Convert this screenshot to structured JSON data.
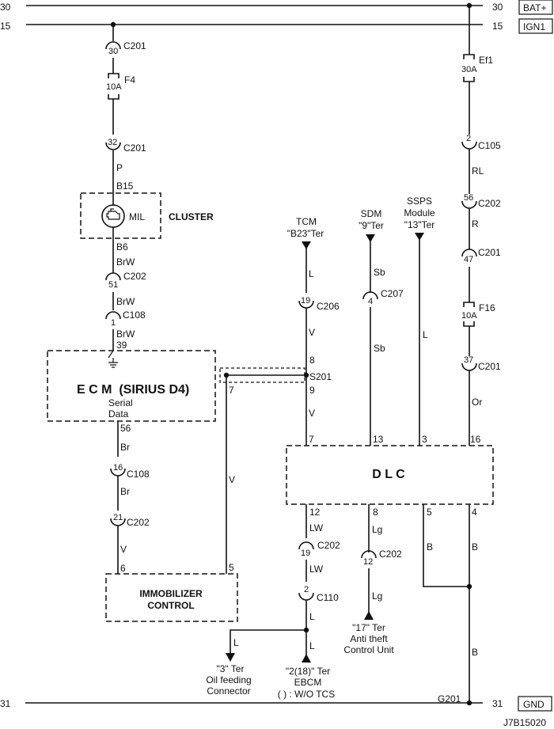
{
  "diagram": {
    "figure_id": "J7B15020",
    "rails": {
      "bat": {
        "left_num": "30",
        "right_num": "30",
        "label": "BAT+"
      },
      "ign": {
        "left_num": "15",
        "right_num": "15",
        "label": "IGN1"
      },
      "gnd": {
        "left_num": "31",
        "right_num": "31",
        "label": "GND",
        "ground_id": "G201"
      }
    },
    "left_branch": {
      "c201_top": {
        "pin": "30",
        "name": "C201"
      },
      "fuse_f4": {
        "name": "F4",
        "rating": "10A"
      },
      "c201_bot": {
        "pin": "32",
        "name": "C201"
      },
      "wire_p": "P",
      "pin_b15": "B15",
      "cluster": {
        "label": "CLUSTER",
        "lamp": "MIL"
      },
      "pin_b6": "B6",
      "wire_brw1": "BrW",
      "c202": {
        "pin": "51",
        "name": "C202"
      },
      "wire_brw2": "BrW",
      "c108": {
        "pin": "1",
        "name": "C108"
      },
      "wire_brw3": "BrW",
      "pin_39": "39"
    },
    "ecm": {
      "title": "E C M  (SIRIUS D4)",
      "serial": "Serial",
      "data": "Data",
      "pin_56": "56",
      "wire_br1": "Br",
      "c108": {
        "pin": "16",
        "name": "C108"
      },
      "wire_br2": "Br",
      "c202": {
        "pin": "21",
        "name": "C202"
      },
      "wire_v": "V",
      "pin_6": "6"
    },
    "immobilizer": {
      "line1": "IMMOBILIZER",
      "line2": "CONTROL",
      "pin_5": "5",
      "wire_v": "V"
    },
    "splice": {
      "name": "S201",
      "pin_7": "7",
      "pin_8": "8",
      "pin_9": "9"
    },
    "tcm": {
      "line1": "TCM",
      "line2": "\"B23\"Ter",
      "wire_l": "L",
      "c206": {
        "pin": "19",
        "name": "C206"
      },
      "wire_v1": "V",
      "wire_v2": "V"
    },
    "sdm": {
      "line1": "SDM",
      "line2": "\"9\"Ter",
      "wire_sb1": "Sb",
      "c207": {
        "pin": "4",
        "name": "C207"
      },
      "wire_sb2": "Sb"
    },
    "ssps": {
      "line1": "SSPS",
      "line2": "Module",
      "line3": "\"13\"Ter",
      "wire_l": "L"
    },
    "right_branch": {
      "fuse_ef1": {
        "name": "Ef1",
        "rating": "30A"
      },
      "c105": {
        "pin": "2",
        "name": "C105"
      },
      "wire_rl": "RL",
      "c202": {
        "pin": "56",
        "name": "C202"
      },
      "wire_r": "R",
      "c201a": {
        "pin": "47",
        "name": "C201"
      },
      "fuse_f16": {
        "name": "F16",
        "rating": "10A"
      },
      "c201b": {
        "pin": "37",
        "name": "C201"
      },
      "wire_or": "Or"
    },
    "dlc": {
      "title": "D L C",
      "top_pins": [
        "7",
        "13",
        "3",
        "16"
      ],
      "bottom_pins": [
        "12",
        "8",
        "5",
        "4"
      ]
    },
    "below_dlc": {
      "wire_lw1": "LW",
      "c202a": {
        "pin": "19",
        "name": "C202"
      },
      "wire_lw2": "LW",
      "c110": {
        "pin": "2",
        "name": "C110"
      },
      "wire_l1": "L",
      "wire_l2": "L",
      "wire_l3": "L",
      "wire_lg1": "Lg",
      "c202b": {
        "pin": "12",
        "name": "C202"
      },
      "wire_lg2": "Lg",
      "wire_b1": "B",
      "wire_b2": "B",
      "wire_b3": "B"
    },
    "terminals": {
      "oil": {
        "line1": "\"3\" Ter",
        "line2": "Oil feeding",
        "line3": "Connector"
      },
      "ebcm": {
        "line1": "\"2(18)\" Ter",
        "line2": "EBCM",
        "line3": "( ) : W/O TCS"
      },
      "antitheft": {
        "line1": "\"17\" Ter",
        "line2": "Anti theft",
        "line3": "Control Unit"
      }
    }
  }
}
